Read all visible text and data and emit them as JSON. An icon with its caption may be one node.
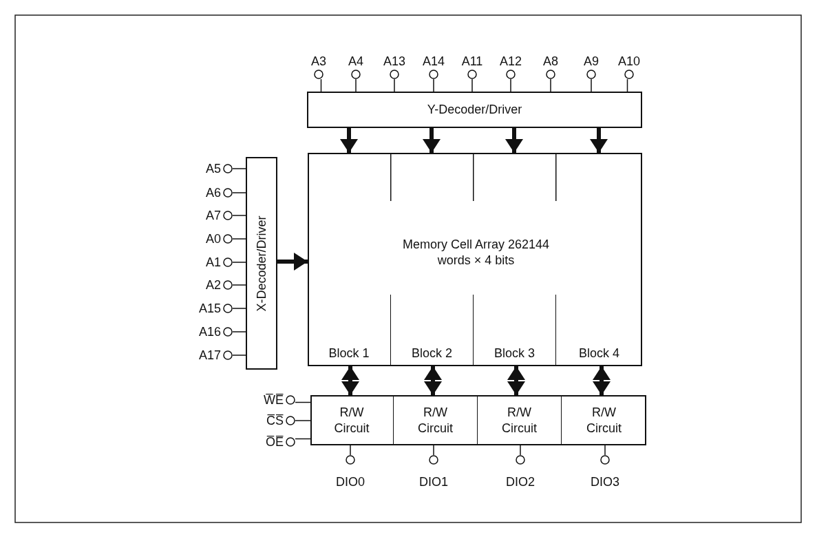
{
  "diagram": {
    "nodes": [
      {
        "text": [
          "Y-Decoder/Driver"
        ]
      },
      {
        "text": [
          "X-Decoder/Driver"
        ]
      },
      {
        "text": [
          "Memory Cell Array 262144 words × 4 bits"
        ]
      },
      {
        "text": [
          "Block 1"
        ],
        "in": 2
      },
      {
        "text": [
          "Block 2"
        ],
        "in": 2
      },
      {
        "text": [
          "Block 3"
        ],
        "in": 2
      },
      {
        "text": [
          "Block 4"
        ],
        "in": 2
      },
      {
        "text": [],
        "shape": "box"
      },
      {
        "text": [
          "R/W Circuit"
        ],
        "in": 7
      },
      {
        "text": [
          "R/W Circuit"
        ],
        "in": 7
      },
      {
        "text": [
          "R/W Circuit"
        ],
        "in": 7
      },
      {
        "text": [
          "R/W Circuit"
        ],
        "in": 7
      },
      {
        "text": [
          "A3"
        ]
      },
      {
        "text": [
          "A4"
        ]
      },
      {
        "text": [
          "A13"
        ]
      },
      {
        "text": [
          "A14"
        ]
      },
      {
        "text": [
          "A11"
        ]
      },
      {
        "text": [
          "A12"
        ]
      },
      {
        "text": [
          "A8"
        ]
      },
      {
        "text": [
          "A9"
        ]
      },
      {
        "text": [
          "A10"
        ]
      },
      {
        "text": [
          "A5"
        ]
      },
      {
        "text": [
          "A6"
        ]
      },
      {
        "text": [
          "A7"
        ]
      },
      {
        "text": [
          "A0"
        ]
      },
      {
        "text": [
          "A1"
        ]
      },
      {
        "text": [
          "A2"
        ]
      },
      {
        "text": [
          "A15"
        ]
      },
      {
        "text": [
          "A16"
        ]
      },
      {
        "text": [
          "A17"
        ]
      },
      {
        "text": [
          "W̅E̅"
        ]
      },
      {
        "text": [
          "C̅S̅"
        ]
      },
      {
        "text": [
          "O̅E̅"
        ]
      },
      {
        "text": [
          "DIO0"
        ]
      },
      {
        "text": [
          "DIO1"
        ]
      },
      {
        "text": [
          "DIO2"
        ]
      },
      {
        "text": [
          "DIO3"
        ]
      }
    ],
    "edges": [
      {
        "from": 12,
        "to": 0,
        "arrow": "none"
      },
      {
        "from": 13,
        "to": 0,
        "arrow": "none"
      },
      {
        "from": 14,
        "to": 0,
        "arrow": "none"
      },
      {
        "from": 15,
        "to": 0,
        "arrow": "none"
      },
      {
        "from": 16,
        "to": 0,
        "arrow": "none"
      },
      {
        "from": 17,
        "to": 0,
        "arrow": "none"
      },
      {
        "from": 18,
        "to": 0,
        "arrow": "none"
      },
      {
        "from": 19,
        "to": 0,
        "arrow": "none"
      },
      {
        "from": 20,
        "to": 0,
        "arrow": "none"
      },
      {
        "from": 21,
        "to": 1,
        "arrow": "none"
      },
      {
        "from": 22,
        "to": 1,
        "arrow": "none"
      },
      {
        "from": 23,
        "to": 1,
        "arrow": "none"
      },
      {
        "from": 24,
        "to": 1,
        "arrow": "none"
      },
      {
        "from": 25,
        "to": 1,
        "arrow": "none"
      },
      {
        "from": 26,
        "to": 1,
        "arrow": "none"
      },
      {
        "from": 27,
        "to": 1,
        "arrow": "none"
      },
      {
        "from": 28,
        "to": 1,
        "arrow": "none"
      },
      {
        "from": 29,
        "to": 1,
        "arrow": "none"
      },
      {
        "from": 30,
        "to": 7,
        "arrow": "none"
      },
      {
        "from": 31,
        "to": 7,
        "arrow": "none"
      },
      {
        "from": 32,
        "to": 7,
        "arrow": "none"
      },
      {
        "from": 0,
        "to": 2,
        "arrow": "to",
        "style": "thick"
      },
      {
        "from": 0,
        "to": 2,
        "arrow": "to",
        "style": "thick"
      },
      {
        "from": 0,
        "to": 2,
        "arrow": "to",
        "style": "thick"
      },
      {
        "from": 0,
        "to": 2,
        "arrow": "to",
        "style": "thick"
      },
      {
        "from": 1,
        "to": 2,
        "arrow": "to",
        "style": "thick"
      },
      {
        "from": 3,
        "to": 8,
        "arrow": "both",
        "style": "thick"
      },
      {
        "from": 4,
        "to": 9,
        "arrow": "both",
        "style": "thick"
      },
      {
        "from": 5,
        "to": 10,
        "arrow": "both",
        "style": "thick"
      },
      {
        "from": 6,
        "to": 11,
        "arrow": "both",
        "style": "thick"
      },
      {
        "from": 8,
        "to": 33,
        "arrow": "none"
      },
      {
        "from": 9,
        "to": 34,
        "arrow": "none"
      },
      {
        "from": 10,
        "to": 35,
        "arrow": "none"
      },
      {
        "from": 11,
        "to": 36,
        "arrow": "none"
      }
    ]
  }
}
